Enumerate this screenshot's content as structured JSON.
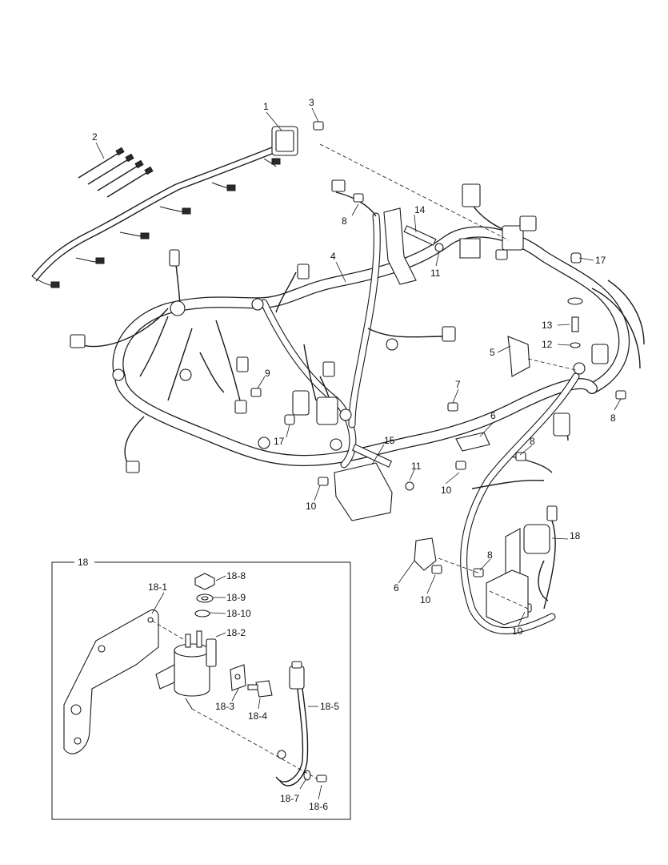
{
  "callouts": {
    "c1": "1",
    "c2": "2",
    "c3": "3",
    "c4": "4",
    "c5": "5",
    "c6a": "6",
    "c6b": "6",
    "c7": "7",
    "c8a": "8",
    "c8b": "8",
    "c8c": "8",
    "c8d": "8",
    "c9": "9",
    "c10a": "10",
    "c10b": "10",
    "c10c": "10",
    "c10d": "10",
    "c11a": "11",
    "c11b": "11",
    "c12": "12",
    "c13": "13",
    "c14": "14",
    "c15": "15",
    "c17a": "17",
    "c17b": "17",
    "c18": "18"
  },
  "inset": {
    "label": "18",
    "items": {
      "i1": "18-1",
      "i2": "18-2",
      "i3": "18-3",
      "i4": "18-4",
      "i5": "18-5",
      "i6": "18-6",
      "i7": "18-7",
      "i8": "18-8",
      "i9": "18-9",
      "i10": "18-10"
    }
  }
}
